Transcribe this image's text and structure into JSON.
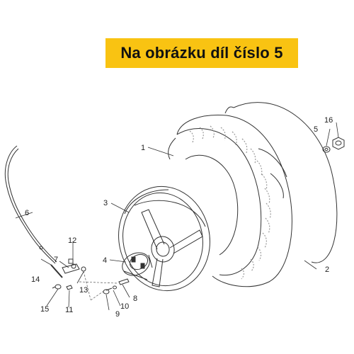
{
  "banner": {
    "text": "Na obrázku díl číslo 5"
  },
  "colors": {
    "banner_bg": "#f9c312",
    "line": "#333333",
    "tread": "#9a9a9a"
  },
  "callouts": {
    "c1": "1",
    "c2": "2",
    "c3": "3",
    "c4": "4",
    "c5": "5",
    "c6": "6",
    "c7": "7",
    "c8": "8",
    "c9": "9",
    "c10": "10",
    "c11": "11",
    "c12": "12",
    "c13": "13",
    "c14": "14",
    "c15": "15",
    "c16": "16"
  }
}
